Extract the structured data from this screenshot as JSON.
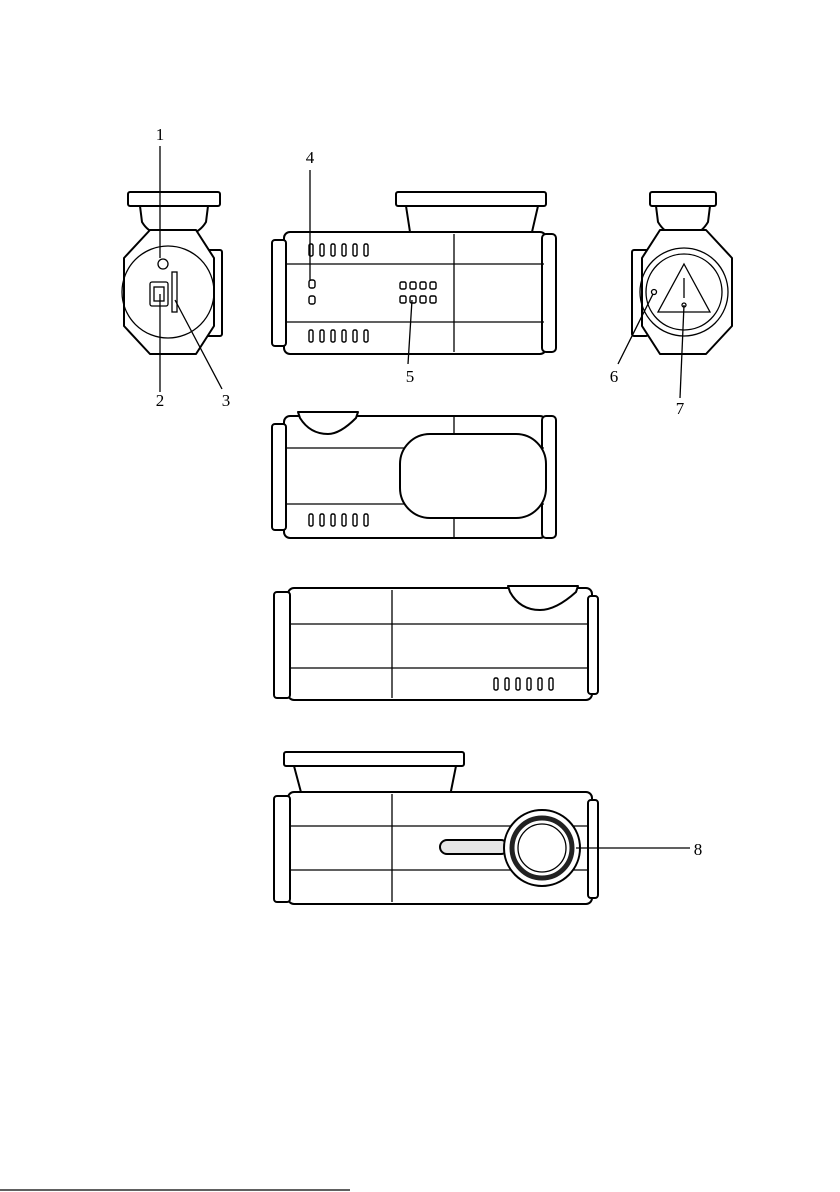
{
  "figure": {
    "callouts": {
      "c1": "1",
      "c2": "2",
      "c3": "3",
      "c4": "4",
      "c5": "5",
      "c6": "6",
      "c7": "7",
      "c8": "8"
    }
  }
}
